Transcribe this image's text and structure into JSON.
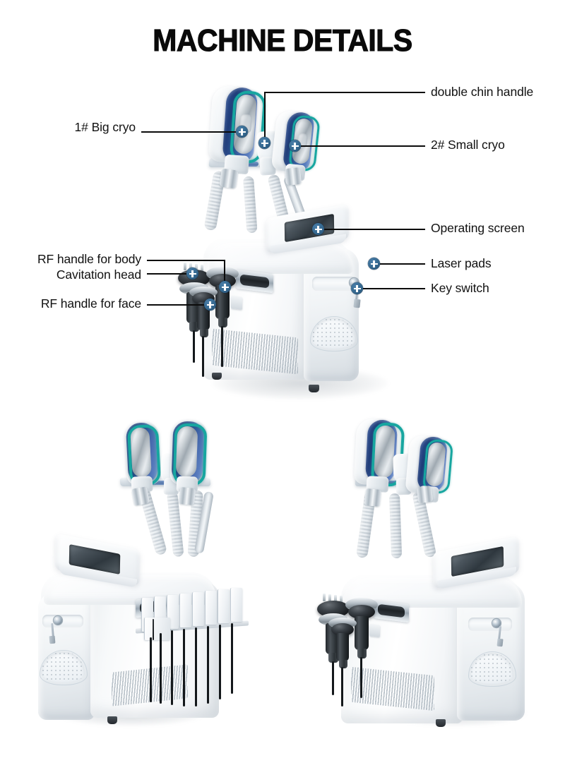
{
  "page": {
    "title": "MACHINE DETAILS",
    "background_color": "#ffffff",
    "text_color": "#111111",
    "marker_color": "#35688f",
    "leader_color": "#0b0b0b"
  },
  "callouts": {
    "big_cryo": "1# Big cryo",
    "double_chin_handle": "double chin handle",
    "small_cryo": "2# Small cryo",
    "operating_screen": "Operating screen",
    "rf_handle_body": "RF handle for body",
    "cavitation_head": "Cavitation head",
    "rf_handle_face": "RF handle for face",
    "laser_pads": "Laser pads",
    "key_switch": "Key switch"
  },
  "views": {
    "main": "main-machine-front-view",
    "bottom_left": "machine-with-laser-pads-view",
    "bottom_right": "machine-with-rf-cavitation-view"
  },
  "parts": {
    "cryo_handle_teal": "#17a6a0",
    "cryo_handle_blue": "#27468a",
    "chassis": "#ffffff"
  }
}
